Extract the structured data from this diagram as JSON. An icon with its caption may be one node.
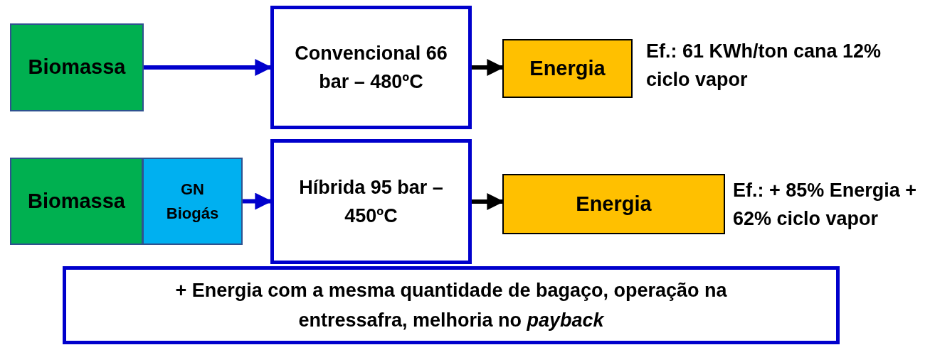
{
  "diagram": {
    "nodes": [
      {
        "text": [
          "Biomassa"
        ]
      },
      {
        "text": [
          "Convencional 66 bar – 480ºC"
        ]
      },
      {
        "text": [
          "Energia"
        ],
        "beside": [
          "Ef.: 61 KWh/ton cana 12% ciclo vapor"
        ]
      },
      {
        "text": [
          "Biomassa"
        ]
      },
      {
        "text": [
          "GN Biogás"
        ]
      },
      {
        "text": [
          "Híbrida 95 bar – 450ºC"
        ]
      },
      {
        "text": [
          "Energia"
        ],
        "beside": [
          "Ef.: + 85% Energia + 62% ciclo vapor"
        ]
      },
      {
        "text": [
          "+ Energia com a mesma quantidade de bagaço, operação na entressafra, melhoria no *payback*"
        ]
      }
    ],
    "edges": [
      {
        "from": 0,
        "to": 1,
        "arrow": "to",
        "color": "#0000cc"
      },
      {
        "from": 1,
        "to": 2,
        "arrow": "to",
        "color": "#000000"
      },
      {
        "from": 4,
        "to": 5,
        "arrow": "to",
        "color": "#0000cc"
      },
      {
        "from": 5,
        "to": 6,
        "arrow": "to",
        "color": "#000000"
      }
    ]
  }
}
